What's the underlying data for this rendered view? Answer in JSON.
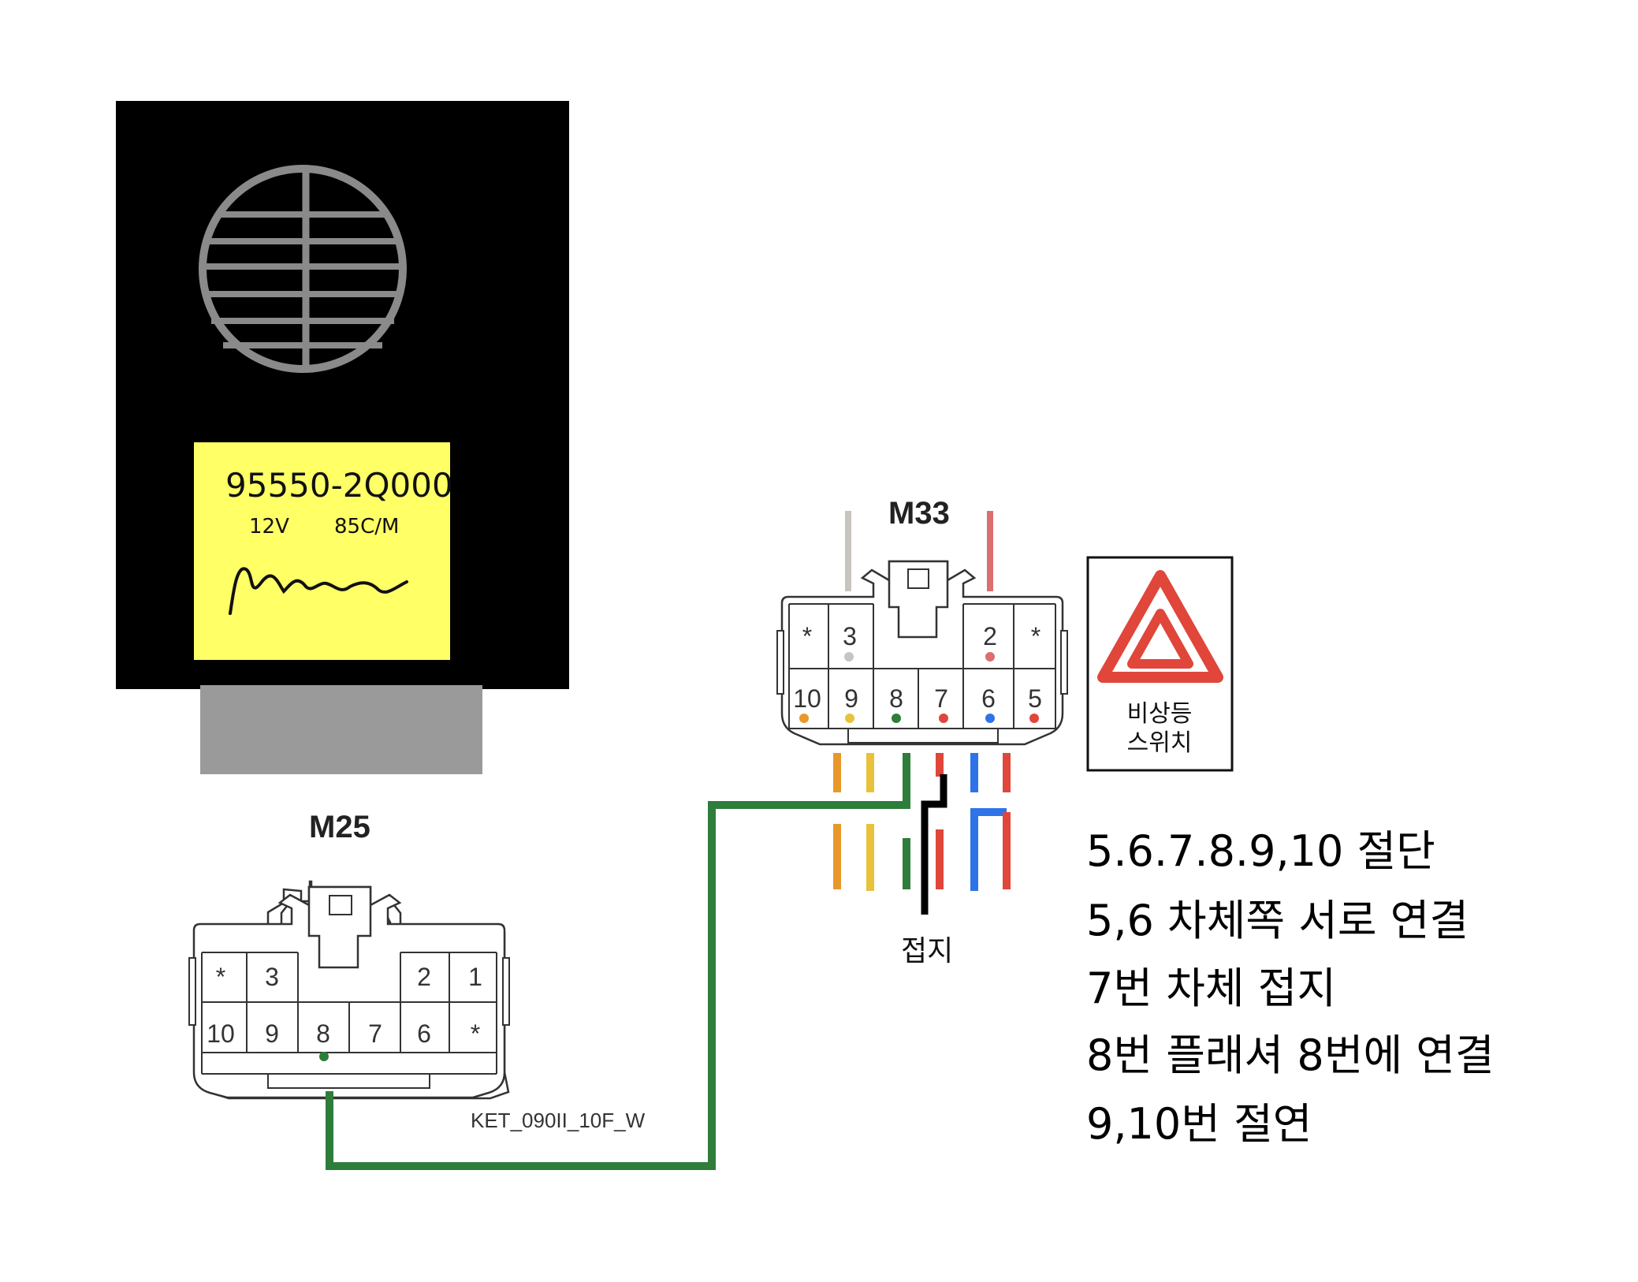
{
  "flasher": {
    "part_number": "95550-2Q000",
    "voltage": "12V",
    "rate": "85C/M",
    "colors": {
      "body": "#000000",
      "label": "#ffff66",
      "vent": "#8a8a8a",
      "base": "#9a9a9a"
    }
  },
  "m25": {
    "title": "M25",
    "model": "KET_090II_10F_W",
    "row1": [
      "*",
      "3",
      "",
      "2",
      "1"
    ],
    "row2": [
      "10",
      "9",
      "8",
      "7",
      "6",
      "*"
    ]
  },
  "m33": {
    "title": "M33",
    "row1": [
      "*",
      "3",
      "2",
      "*"
    ],
    "row2": [
      "10",
      "9",
      "8",
      "7",
      "6",
      "5"
    ]
  },
  "ground_label": "접지",
  "hazard_switch": {
    "line1": "비상등",
    "line2": "스위치",
    "icon": "hazard-triangle-icon"
  },
  "notes": [
    "5.6.7.8.9,10 절단",
    "5,6 차체쪽 서로 연결",
    "7번 차체 접지",
    "8번 플래셔 8번에 연결",
    "9,10번 절연"
  ],
  "wire_colors": {
    "gray": "#c8c4c0",
    "pink": "#d96f6f",
    "orange": "#e8982a",
    "yellow": "#e8c23a",
    "green": "#2e7d3b",
    "red": "#e0463a",
    "blue": "#2f73e8",
    "black": "#000000"
  }
}
